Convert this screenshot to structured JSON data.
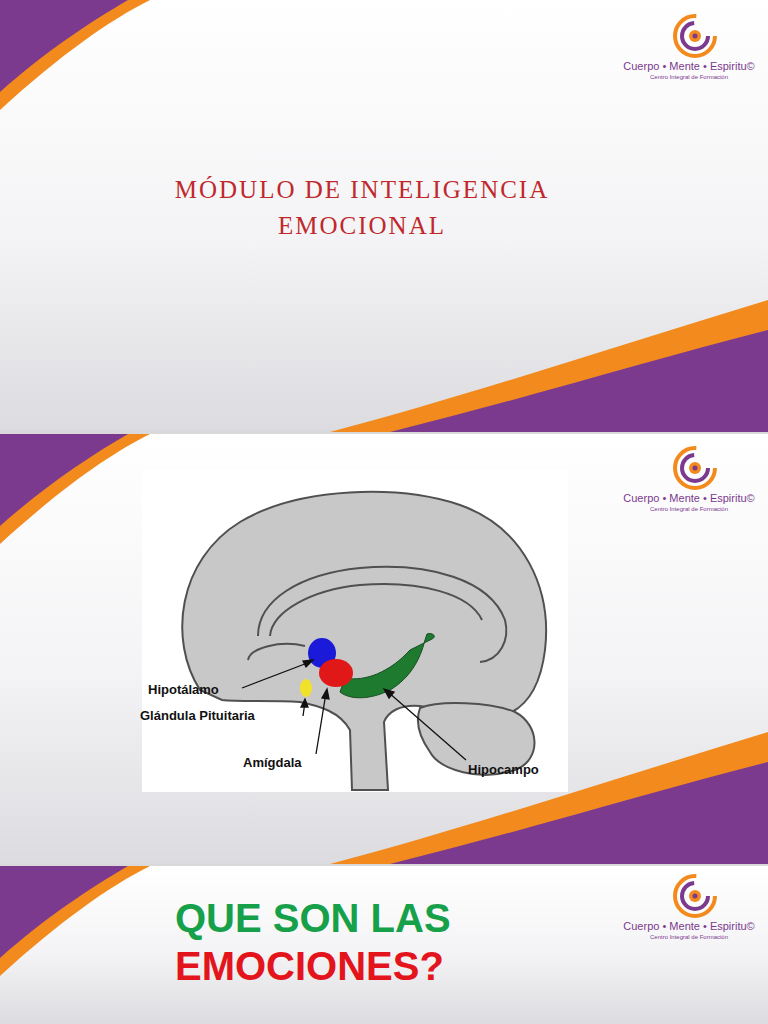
{
  "diagram": {
    "title": "MÓDULO DE INTELIGENCIA EMOCIONAL",
    "labels": [
      "Cuerpo • Mente • Espiritu©",
      "Centro Integral de Formación",
      "Hipotálamo",
      "Glándula Pituitaria",
      "Amígdala",
      "Hipocampo",
      "Cuerpo • Mente • Espiritu©",
      "Centro Integral de Formación",
      "QUE SON LAS",
      "EMOCIONES?",
      "Cuerpo • Mente • Espiritu©",
      "Centro Integral de Formación"
    ]
  }
}
